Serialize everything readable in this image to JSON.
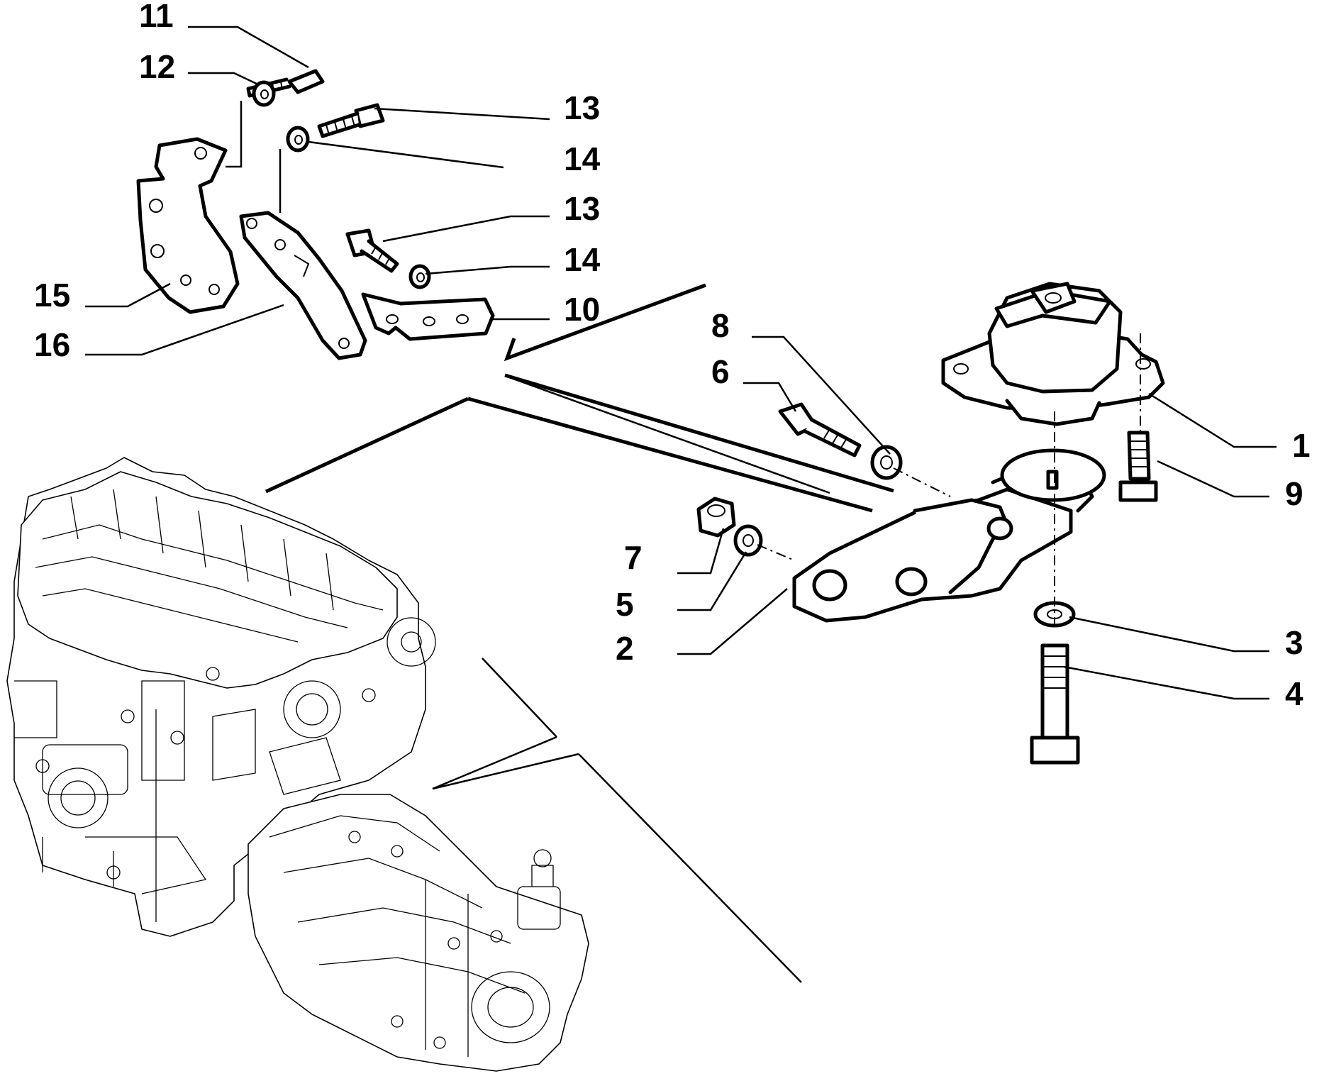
{
  "callouts": [
    {
      "id": "c11",
      "label": "11"
    },
    {
      "id": "c12",
      "label": "12"
    },
    {
      "id": "c13a",
      "label": "13"
    },
    {
      "id": "c14a",
      "label": "14"
    },
    {
      "id": "c13b",
      "label": "13"
    },
    {
      "id": "c14b",
      "label": "14"
    },
    {
      "id": "c15",
      "label": "15"
    },
    {
      "id": "c10",
      "label": "10"
    },
    {
      "id": "c16",
      "label": "16"
    },
    {
      "id": "c8",
      "label": "8"
    },
    {
      "id": "c6",
      "label": "6"
    },
    {
      "id": "c1",
      "label": "1"
    },
    {
      "id": "c9",
      "label": "9"
    },
    {
      "id": "c7",
      "label": "7"
    },
    {
      "id": "c5",
      "label": "5"
    },
    {
      "id": "c2",
      "label": "2"
    },
    {
      "id": "c3",
      "label": "3"
    },
    {
      "id": "c4",
      "label": "4"
    }
  ]
}
